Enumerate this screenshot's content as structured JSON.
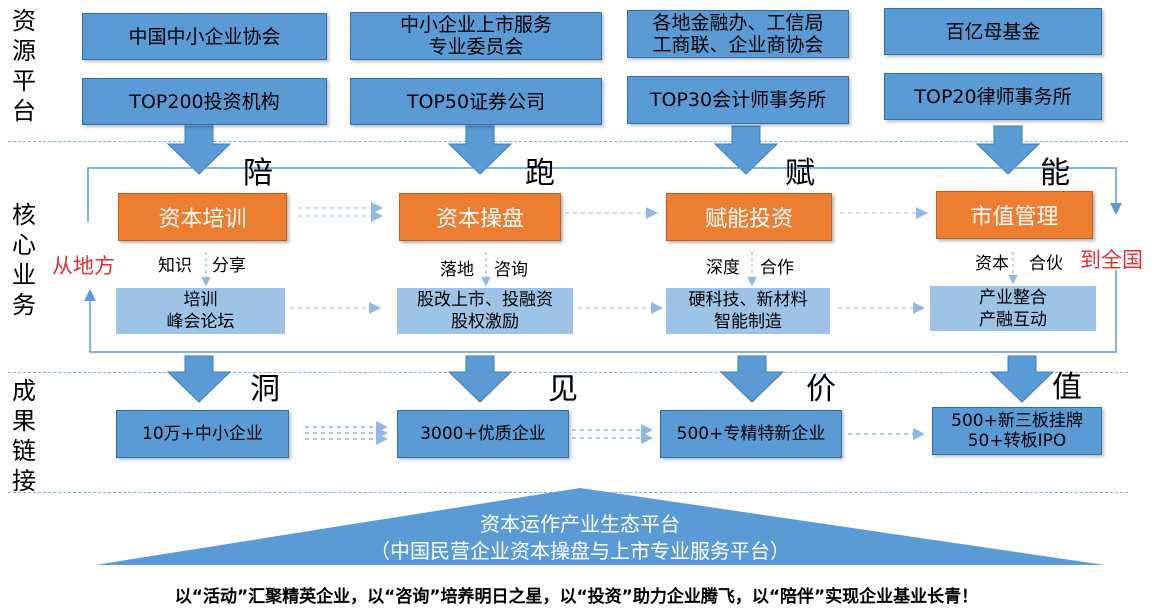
{
  "side_labels": {
    "resource": [
      "资",
      "源",
      "平",
      "台"
    ],
    "core": [
      "核",
      "心",
      "业",
      "务"
    ],
    "result": [
      "成",
      "果",
      "链",
      "接"
    ]
  },
  "resource_row1": [
    "中国中小企业协会",
    "中小企业上市服务\n专业委员会",
    "各地金融办、工信局\n工商联、企业商协会",
    "百亿母基金"
  ],
  "resource_row2": [
    "TOP200投资机构",
    "TOP50证券公司",
    "TOP30会计师事务所",
    "TOP20律师事务所"
  ],
  "verbs_top": [
    "陪",
    "跑",
    "赋",
    "能"
  ],
  "core": [
    {
      "title": "资本培训",
      "sub_left": "知识",
      "sub_right": "分享",
      "detail": "培训\n峰会论坛"
    },
    {
      "title": "资本操盘",
      "sub_left": "落地",
      "sub_right": "咨询",
      "detail": "股改上市、投融资\n股权激励"
    },
    {
      "title": "赋能投资",
      "sub_left": "深度",
      "sub_right": "合作",
      "detail": "硬科技、新材料\n智能制造"
    },
    {
      "title": "市值管理",
      "sub_left": "资本",
      "sub_right": "合伙",
      "detail": "产业整合\n产融互动"
    }
  ],
  "from_local": "从地方",
  "to_national": "到全国",
  "verbs_bottom": [
    "洞",
    "见",
    "价",
    "值"
  ],
  "results": [
    "10万+中小企业",
    "3000+优质企业",
    "500+专精特新企业",
    "500+新三板挂牌\n50+转板IPO"
  ],
  "platform_title": "资本运作产业生态平台",
  "platform_sub": "（中国民营企业资本操盘与上市专业服务平台）",
  "slogan": "以“活动”汇聚精英企业，以“咨询”培养明日之星，以“投资”助力企业腾飞，以“陪伴”实现企业基业长青！",
  "colors": {
    "blue_box": "#5b9bd5",
    "orange_box": "#ed7d31",
    "light_box": "#9dc3e6",
    "red_text": "#e03030"
  }
}
